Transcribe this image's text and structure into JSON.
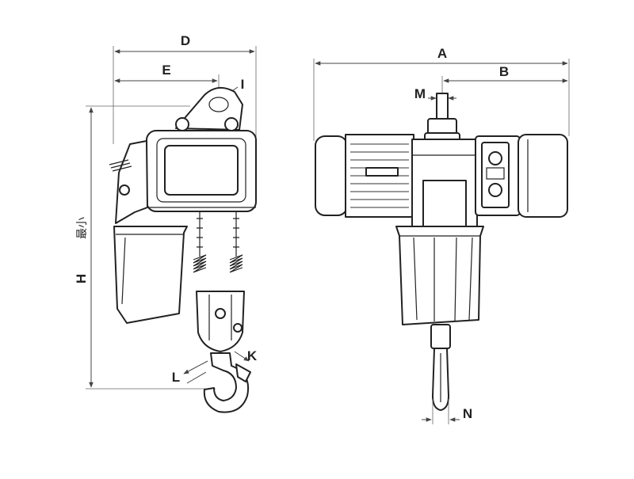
{
  "diagram": {
    "dimension_labels": {
      "D": "D",
      "E": "E",
      "I": "I",
      "H": "H",
      "H_note": "最小",
      "L": "L",
      "K": "K",
      "A": "A",
      "B": "B",
      "M": "M",
      "N": "N"
    }
  }
}
